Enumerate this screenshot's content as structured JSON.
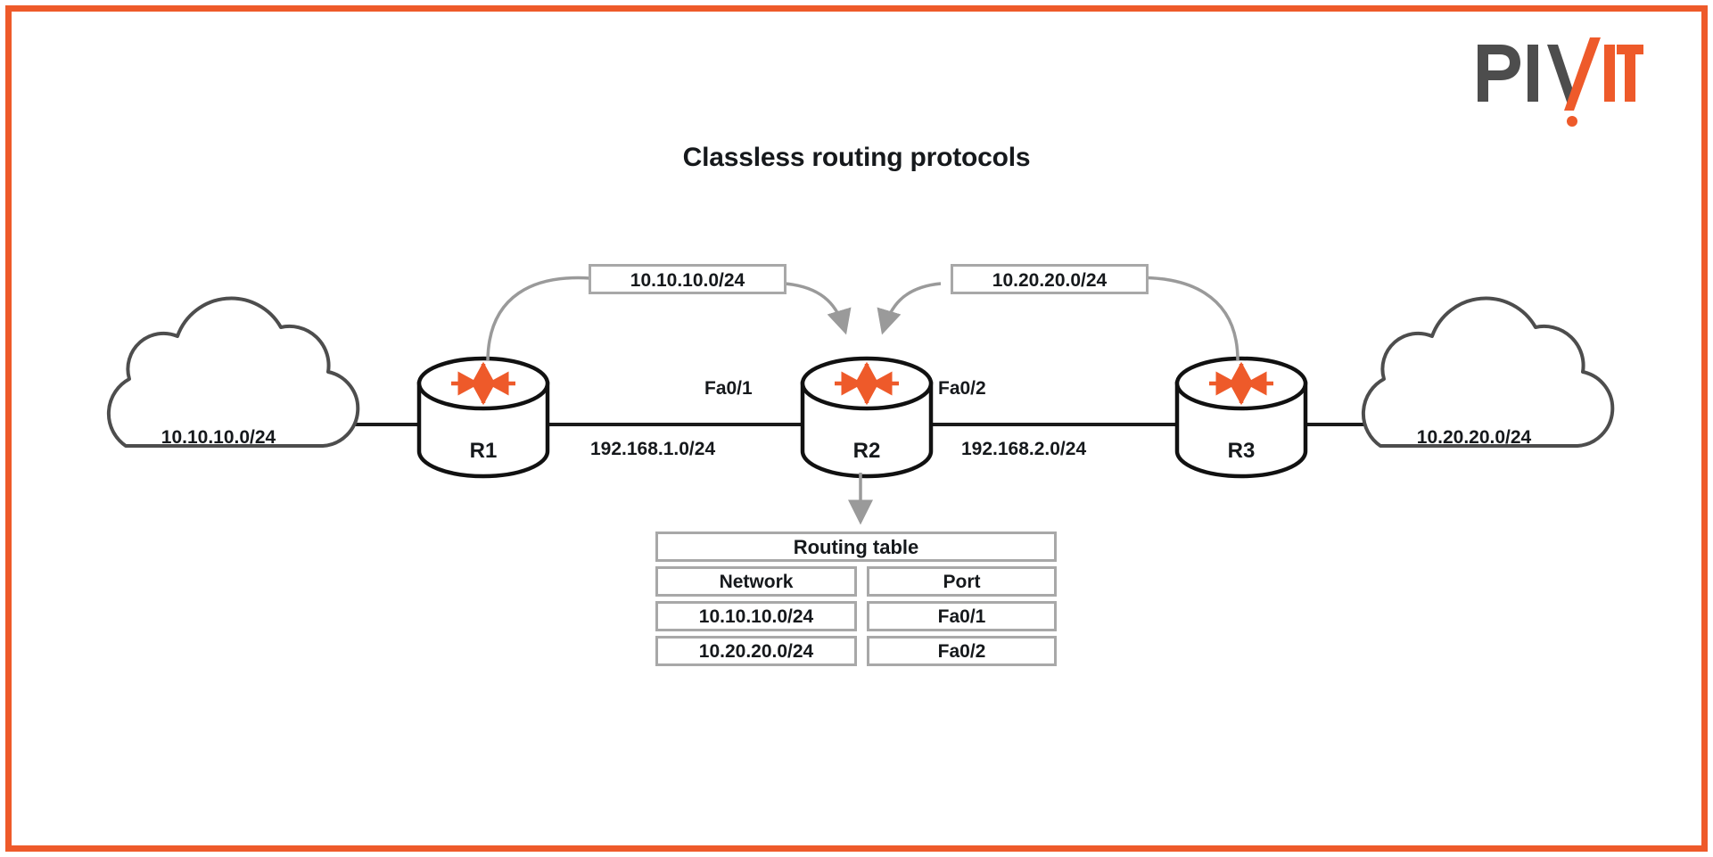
{
  "page": {
    "title": "Classless routing protocols",
    "border_color": "#ee5a2a",
    "background": "#ffffff"
  },
  "logo": {
    "name": "PIVIT",
    "part_dark": "PIV",
    "part_accent": "IT",
    "dark_color": "#4d4d4d",
    "accent_color": "#ee5a2a"
  },
  "diagram": {
    "clouds": [
      {
        "id": "cloud-left",
        "label": "10.10.10.0/24"
      },
      {
        "id": "cloud-right",
        "label": "10.20.20.0/24"
      }
    ],
    "routers": [
      {
        "id": "router-r1",
        "label": "R1"
      },
      {
        "id": "router-r2",
        "label": "R2"
      },
      {
        "id": "router-r3",
        "label": "R3"
      }
    ],
    "links": [
      {
        "id": "link-r1-r2",
        "network": "192.168.1.0/24",
        "port": "Fa0/1"
      },
      {
        "id": "link-r2-r3",
        "network": "192.168.2.0/24",
        "port": "Fa0/2"
      }
    ],
    "advertisements": [
      {
        "id": "advert-left",
        "label": "10.10.10.0/24",
        "from": "R1",
        "to": "R2"
      },
      {
        "id": "advert-right",
        "label": "10.20.20.0/24",
        "from": "R3",
        "to": "R2"
      }
    ],
    "router_icon_color": "#ee5a2a",
    "line_color": "#1a1a1a",
    "arrow_color": "#9a9a9a"
  },
  "routing_table": {
    "title": "Routing table",
    "columns": [
      "Network",
      "Port"
    ],
    "rows": [
      {
        "network": "10.10.10.0/24",
        "port": "Fa0/1"
      },
      {
        "network": "10.20.20.0/24",
        "port": "Fa0/2"
      }
    ]
  }
}
